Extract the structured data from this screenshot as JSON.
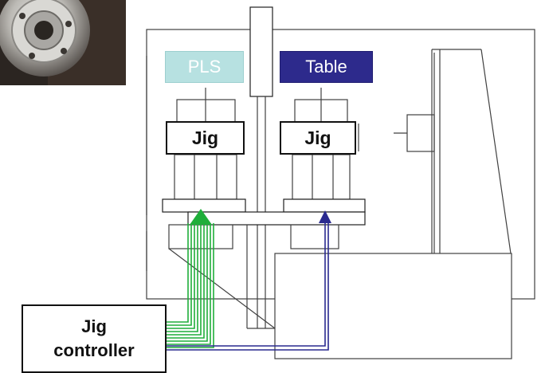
{
  "labels": {
    "pls": "PLS",
    "table": "Table",
    "jig_left": "Jig",
    "jig_right": "Jig",
    "controller_line1": "Jig",
    "controller_line2": "controller"
  },
  "colors": {
    "pls_fill": "#b7e1e1",
    "table_fill": "#2d2a8c",
    "green_signal": "#1fae3a",
    "blue_signal": "#2a2a8f"
  }
}
